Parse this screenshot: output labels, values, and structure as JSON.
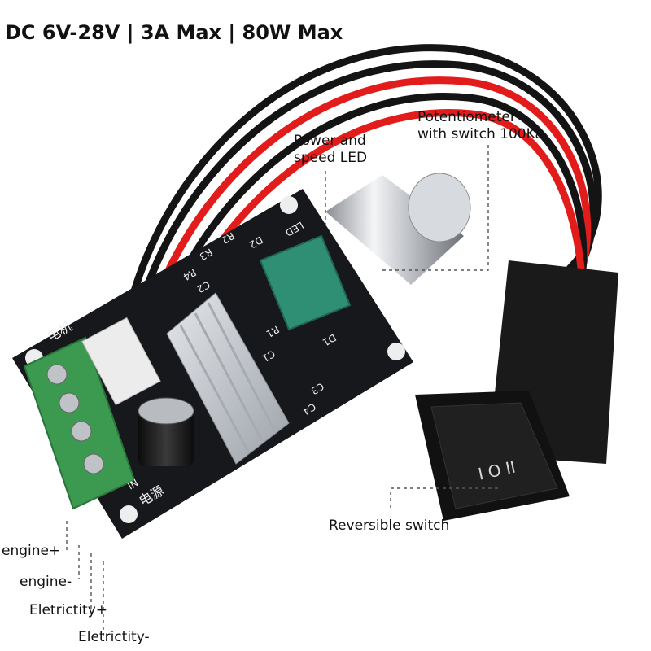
{
  "title": "DC 6V-28V | 3A Max | 80W Max",
  "callouts": {
    "potentiometer": [
      "Potentiometer",
      "with switch 100Ka"
    ],
    "led": [
      "Power and",
      "speed LED"
    ],
    "switch": "Reversible switch"
  },
  "terminals": [
    "engine+",
    "engine-",
    "Eletrictity+",
    "Eletrictity-"
  ],
  "board_marks": {
    "motor": "电机",
    "power": "电源",
    "in": "IN",
    "r1": "R1",
    "r2": "R2",
    "r3": "R3",
    "r4": "R4",
    "c1": "C1",
    "c2": "C2",
    "c3": "C3",
    "c4": "C4",
    "d1": "D1",
    "d2": "D2",
    "led": "LED"
  },
  "switch_symbols": "I O II",
  "colors": {
    "pcb": "#16181b",
    "terminal": "#3b9a4f",
    "wire_red": "#e21b1b",
    "wire_black": "#141414",
    "heatsink": "#c9cdd2",
    "pot_body": "#2f8f74"
  }
}
